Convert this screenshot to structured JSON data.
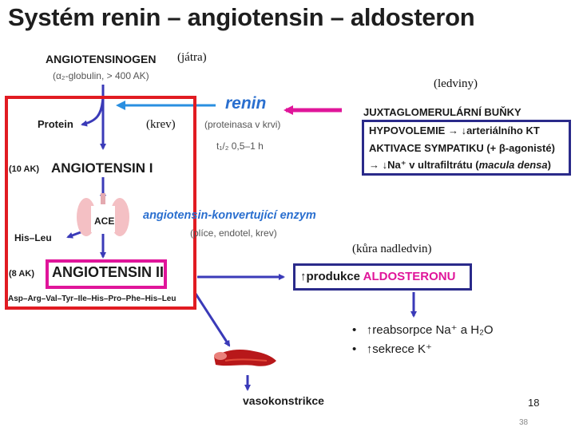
{
  "title": "Systém renin – angiotensin – aldosteron",
  "labels": {
    "angiotensinogen": "ANGIOTENSINOGEN",
    "jatra": "(játra)",
    "globulin": "(α₂-globulin, > 400 AK)",
    "ledviny": "(ledviny)",
    "renin": "renin",
    "renin_detail": "(proteinasa v krvi)",
    "half_life": "t₁/₂ 0,5–1 h",
    "krev": "(krev)",
    "protein": "Protein",
    "ak10": "(10 AK)",
    "angiotensin1": "ANGIOTENSIN  I",
    "ace": "ACE",
    "ace_name": "angiotensin-konvertující enzym",
    "ace_sites": "(plíce, endotel, krev)",
    "his_leu": "His–Leu",
    "kura": "(kůra nadledvin)",
    "ak8": "(8 AK)",
    "angiotensin2": "ANGIOTENSIN II",
    "sequence": "Asp–Arg–Val–Tyr–Ile–His–Pro–Phe–His–Leu",
    "produkce_prefix": "↑produkce ",
    "aldosteronu": "ALDOSTERONU",
    "vasokonstrikce": "vasokonstrikce",
    "slide_number": "18",
    "page_number": "38"
  },
  "juxta": {
    "heading": "JUXTAGLOMERULÁRNÍ BUŇKY",
    "line1": "HYPOVOLEMIE → ↓arteriálního KT",
    "line2": "AKTIVACE SYMPATIKU (+ β-agonisté)",
    "line3_prefix": "→ ↓Na⁺ v ultrafiltrátu (",
    "line3_italic": "macula densa",
    "line3_suffix": ")"
  },
  "effects": [
    "↑reabsorpce Na⁺ a H₂O",
    "↑sekrece K⁺"
  ],
  "colors": {
    "red_box": "#e11b22",
    "magenta": "#e0159a",
    "navy": "#2a2a8a",
    "arrow_blue": "#3a3ab8",
    "renin_blue": "#2a6fcf"
  }
}
